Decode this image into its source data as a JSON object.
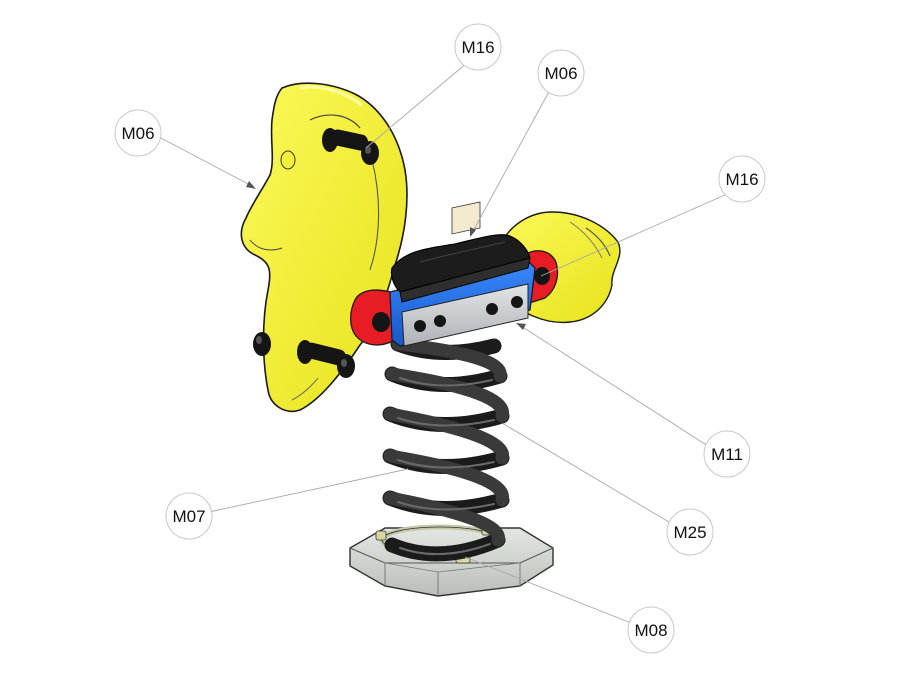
{
  "callouts": [
    {
      "id": "m06-left",
      "label": "M06"
    },
    {
      "id": "m16-top",
      "label": "M16"
    },
    {
      "id": "m06-top",
      "label": "M06"
    },
    {
      "id": "m16-right",
      "label": "M16"
    },
    {
      "id": "m11",
      "label": "M11"
    },
    {
      "id": "m25",
      "label": "M25"
    },
    {
      "id": "m07",
      "label": "M07"
    },
    {
      "id": "m08",
      "label": "M08"
    }
  ],
  "colors": {
    "horse_body": "#f2ef2a",
    "horse_outline": "#1a1a1a",
    "seat": "#1c1c1c",
    "seat_frame_blue": "#1e6ee6",
    "seat_frame_red": "#e81c24",
    "plate": "#c9cccf",
    "spring": "#1f1f1f",
    "base": "#d7dcd6",
    "handle": "#151515"
  },
  "icons": {
    "leader_end": "arrowhead"
  }
}
